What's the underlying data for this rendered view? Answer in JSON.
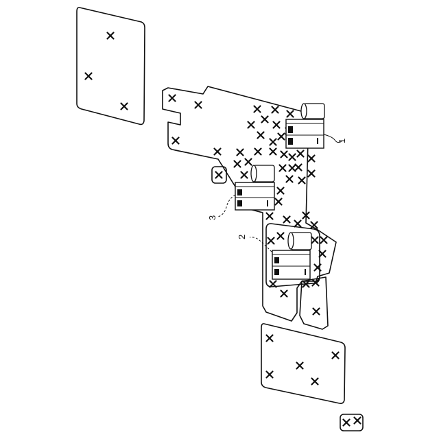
{
  "diagram": {
    "callouts": [
      {
        "label": "1"
      },
      {
        "label": "2"
      },
      {
        "label": "3"
      }
    ],
    "marker_symbol": "×",
    "colors": {
      "ink": "#111111",
      "background": "#ffffff"
    }
  }
}
